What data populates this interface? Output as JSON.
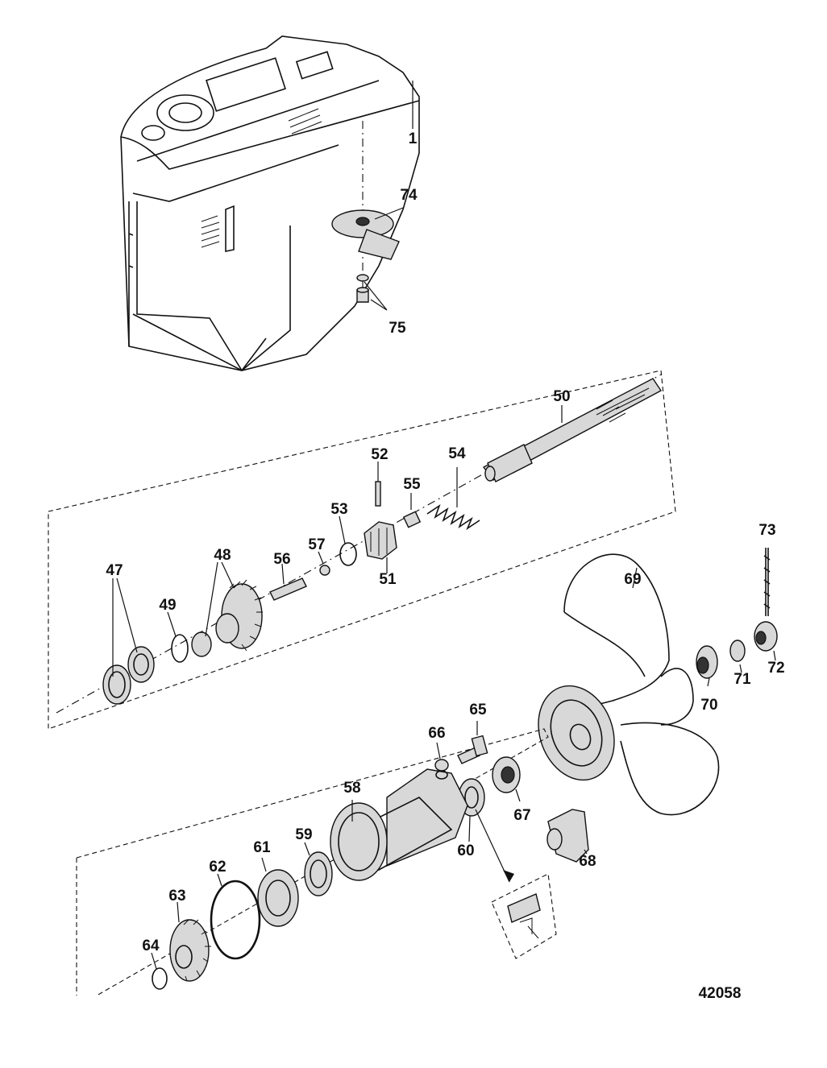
{
  "diagram_id": "42058",
  "callouts": {
    "c1": "1",
    "c47": "47",
    "c48": "48",
    "c49": "49",
    "c50": "50",
    "c51": "51",
    "c52": "52",
    "c53": "53",
    "c54": "54",
    "c55": "55",
    "c56": "56",
    "c57": "57",
    "c58": "58",
    "c59": "59",
    "c60": "60",
    "c61": "61",
    "c62": "62",
    "c63": "63",
    "c64": "64",
    "c65": "65",
    "c66": "66",
    "c67": "67",
    "c68": "68",
    "c69": "69",
    "c70": "70",
    "c71": "71",
    "c72": "72",
    "c73": "73",
    "c74": "74",
    "c75": "75"
  }
}
